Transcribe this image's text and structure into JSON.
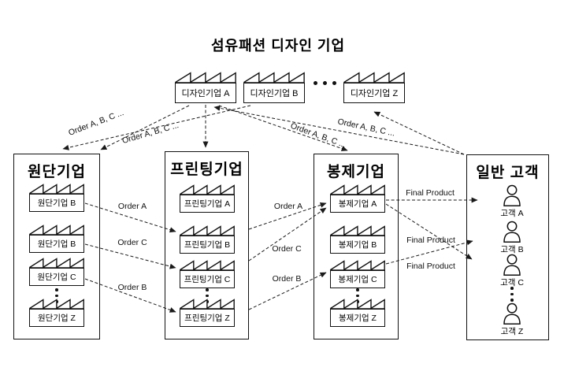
{
  "title": "섬유패션 디자인 기업",
  "design_row": {
    "factories": [
      {
        "label": "디자인기업 A"
      },
      {
        "label": "디자인기업 B"
      },
      {
        "label": "디자인기업 Z"
      }
    ],
    "ellipsis": "horizontal-dots"
  },
  "columns": [
    {
      "id": "fabric",
      "header": "원단기업",
      "items": [
        "원단기업 B",
        "원단기업 B",
        "원단기업 C",
        "원단기업 Z"
      ]
    },
    {
      "id": "printing",
      "header": "프린팅기업",
      "items": [
        "프린팅기업 A",
        "프린팅기업 B",
        "프린팅기업 C",
        "프린팅기업 Z"
      ]
    },
    {
      "id": "sewing",
      "header": "봉제기업",
      "items": [
        "봉제기업 A",
        "봉제기업 B",
        "봉제기업 C",
        "봉제기업 Z"
      ]
    },
    {
      "id": "customers",
      "header": "일반 고객",
      "items": [
        "고객 A",
        "고객 B",
        "고객 C",
        "고객 Z"
      ]
    }
  ],
  "edge_labels": {
    "order_abc": "Order A, B, C ...",
    "order_a": "Order A",
    "order_b": "Order B",
    "order_c": "Order C",
    "final_product": "Final Product"
  },
  "icons": {
    "company": "factory-icon",
    "customer": "person-icon"
  },
  "colors": {
    "line": "#1a1a1a",
    "border": "#111111",
    "background": "#ffffff",
    "text": "#000000"
  }
}
